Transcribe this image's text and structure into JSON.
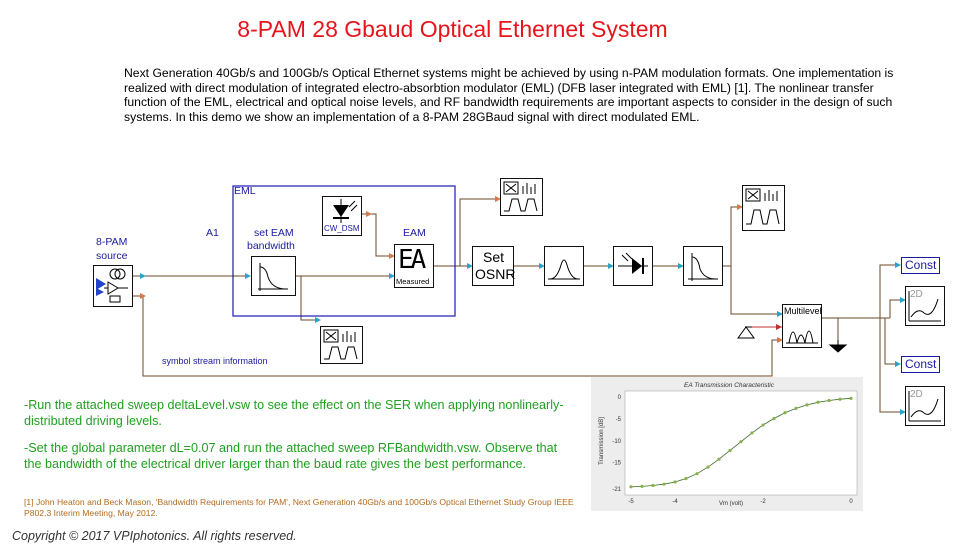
{
  "header": {
    "title": "8-PAM 28 Gbaud  Optical Ethernet System",
    "description": "Next Generation 40Gb/s and 100Gb/s Optical Ethernet systems might be achieved by using n-PAM modulation formats. One implementation is realized with direct modulation of integrated electro-absorbtion modulator (EML) (DFB laser integrated with EML) [1]. The nonlinear transfer function of the EML, electrical and optical noise levels, and RF bandwidth requirements are important aspects to consider in the design of such systems. In this demo we show an implementation of a 8-PAM 28GBaud signal with direct modulated EML."
  },
  "schematic": {
    "source_label_1": "8-PAM",
    "source_label_2": "source",
    "eml_group": "EML",
    "a1_label": "A1",
    "eam_bw_label_1": "set EAM",
    "eam_bw_label_2": "bandwidth",
    "cw_label": "CW_DSM",
    "eam_label": "EAM",
    "eam_measured": "Measured",
    "eam_glyph": "EA",
    "set_osnr_1": "Set",
    "set_osnr_2": "OSNR",
    "multilevel": "Multilevel",
    "const_1": "Const",
    "const_2": "Const",
    "twod_1": "2D",
    "twod_2": "2D",
    "symbol_stream": "symbol stream information"
  },
  "notes": {
    "note1": "-Run the attached sweep deltaLevel.vsw to see the effect on the SER when applying nonlinearly-distributed driving levels.",
    "note2": "-Set the global parameter dL=0.07 and run the attached sweep RFBandwidth.vsw. Observe that the bandwidth of the electrical driver larger than the baud rate gives the best performance.",
    "reference": "[1] John Heaton and Beck Mason, 'Bandwidth Requirements for PAM', Next Generation 40Gb/s and 100Gb/s Optical Ethernet Study Group IEEE P802.3 Interim Meeting, May 2012.",
    "copyright": "Copyright © 2017 VPIphotonics. All rights reserved."
  },
  "chart_data": {
    "type": "line",
    "title": "EA Transmission Characteristic",
    "xlabel": "Vm (volt)",
    "ylabel": "Transmission [dB]",
    "xlim": [
      -5,
      0
    ],
    "ylim": [
      -21,
      0
    ],
    "xticks": [
      "-5",
      "-4",
      "-2",
      "0"
    ],
    "yticks": [
      "0",
      "-5",
      "-10",
      "-15",
      "-21"
    ],
    "series": [
      {
        "x": [
          -5,
          -4.75,
          -4.5,
          -4.25,
          -4,
          -3.75,
          -3.5,
          -3.25,
          -3,
          -2.75,
          -2.5,
          -2.25,
          -2,
          -1.75,
          -1.5,
          -1.25,
          -1,
          -0.75,
          -0.5,
          -0.25,
          0
        ],
        "values": [
          -20.5,
          -20.4,
          -20.2,
          -19.9,
          -19.4,
          -18.6,
          -17.5,
          -16.0,
          -14.2,
          -12.2,
          -10.2,
          -8.2,
          -6.4,
          -4.9,
          -3.6,
          -2.6,
          -1.8,
          -1.2,
          -0.8,
          -0.5,
          -0.3
        ]
      }
    ],
    "grid": false,
    "line_color": "#3a6e2a",
    "marker_color": "#8ab04a"
  }
}
